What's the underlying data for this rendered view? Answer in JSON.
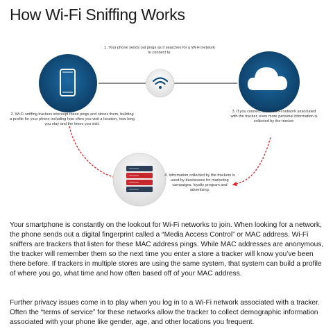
{
  "title": "How Wi-Fi Sniffing Works",
  "steps": {
    "step1": "1. Your phone sends out pings as it searches for a Wi-Fi network to connect to.",
    "step2": "2. Wi-Fi sniffing trackers intercept these pings and stores them, building a profile for your phone including how often you visit a location, how long you stay and the times you visit.",
    "step3": "3. If you connect to the Wi-Fi network associated with the tracker, even more personal information is collected by the tracker.",
    "step4": "4. Information collected by the trackers is used by businesses for marketing campaigns, loyalty program and advertising."
  },
  "icons": [
    "phone-icon",
    "wifi-icon",
    "cloud-icon",
    "server-icon"
  ],
  "colors": {
    "icon_blue": "#0f4a78",
    "arrow_red": "#d9252b",
    "server_red": "#c6282d"
  },
  "paragraphs": [
    "Your smartphone is constantly on the lookout for Wi-Fi networks to join. When looking for a network, the phone sends out a digital fingerprint called a “Media Access Control” or MAC address. Wi-Fi sniffers are trackers that listen for these MAC address pings. While MAC addresses are anonymous, the tracker will remember them so the next time you enter a store a tracker will know you’ve been there before. If trackers in multiple stores are using the same system, that system can build a profile of where you go, what time and how often based off of your MAC address.",
    "Further privacy issues come in to play when you log in to a Wi-Fi network associated with a tracker. Often the “terms of service” for these networks allow the tracker to collect demographic information associated with your phone like gender, age, and other locations you frequent."
  ]
}
